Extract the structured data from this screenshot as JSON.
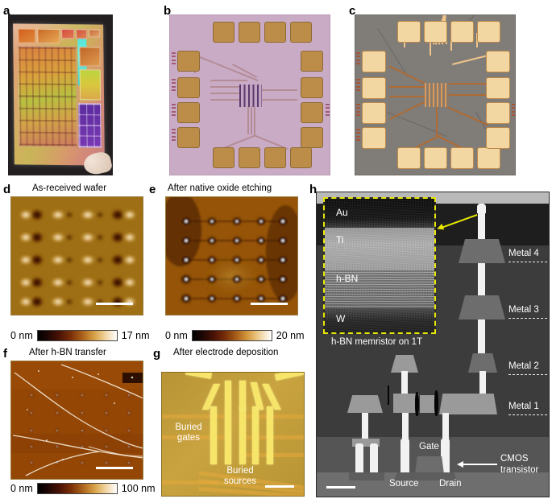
{
  "panels": {
    "a": {
      "letter": "a",
      "title": ""
    },
    "b": {
      "letter": "b",
      "title": ""
    },
    "c": {
      "letter": "c",
      "title": ""
    },
    "d": {
      "letter": "d",
      "title": "As-received wafer",
      "colorbar": {
        "min": "0 nm",
        "max": "17 nm"
      }
    },
    "e": {
      "letter": "e",
      "title": "After native oxide etching",
      "colorbar": {
        "min": "0 nm",
        "max": "20 nm"
      }
    },
    "f": {
      "letter": "f",
      "title": "After h-BN transfer",
      "colorbar": {
        "min": "0 nm",
        "max": "100 nm"
      }
    },
    "g": {
      "letter": "g",
      "title": "After electrode deposition",
      "labels": {
        "gates": "Buried\ngates",
        "sources": "Buried\nsources"
      }
    },
    "h": {
      "letter": "h",
      "inset_caption": "h-BN memristor on 1T",
      "tem_layers": {
        "au": "Au",
        "ti": "Ti",
        "hbn": "h-BN",
        "w": "W"
      },
      "metal_labels": [
        "Metal 4",
        "Metal 3",
        "Metal 2",
        "Metal 1"
      ],
      "gate": "Gate",
      "cmos": "CMOS\ntransistor",
      "source": "Source",
      "drain": "Drain"
    }
  },
  "colors": {
    "afm_low": "#000000",
    "afm_mid": "#a9601a",
    "afm_high": "#ffffff",
    "panel_b_bg": "#c9abc6",
    "panel_b_pad": "#bc8d49",
    "panel_c_bg": "#807d78",
    "panel_c_pad": "#f3d7a2",
    "gold_electrode": "#f7e56a",
    "inset_border": "#e8e800",
    "arrow": "#e8e800"
  },
  "chart_data": {
    "type": "heatmap",
    "title": "AFM topography of memristor crossbar at four process stages",
    "panels": [
      {
        "id": "d",
        "title": "As-received wafer",
        "zmin": 0,
        "zmax": 17,
        "unit": "nm",
        "grid": [
          5,
          5
        ]
      },
      {
        "id": "e",
        "title": "After native oxide etching",
        "zmin": 0,
        "zmax": 20,
        "unit": "nm",
        "grid": [
          5,
          5
        ]
      },
      {
        "id": "f",
        "title": "After h-BN transfer",
        "zmin": 0,
        "zmax": 100,
        "unit": "nm",
        "grid": [
          5,
          5
        ]
      }
    ]
  }
}
